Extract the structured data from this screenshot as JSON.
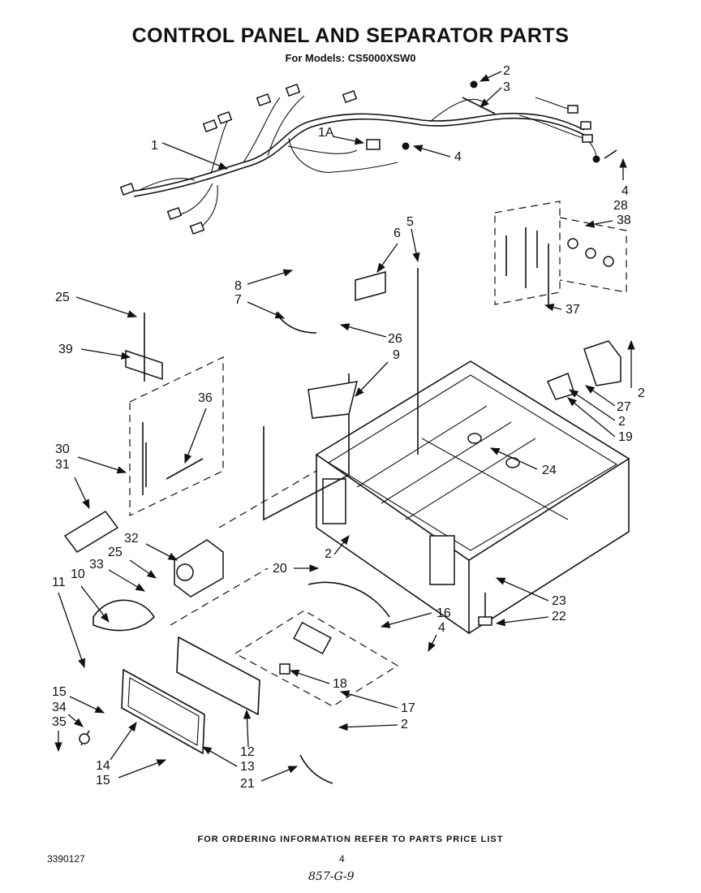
{
  "header": {
    "title": "CONTROL PANEL AND SEPARATOR PARTS",
    "subtitle": "For Models: CS5000XSW0"
  },
  "footer": {
    "note": "FOR ORDERING INFORMATION REFER TO PARTS PRICE LIST",
    "doc_number": "3390127",
    "page_number": "4",
    "handwritten": "857-G-9"
  },
  "callouts": [
    {
      "id": "c1",
      "label": "1"
    },
    {
      "id": "c1a",
      "label": "1A"
    },
    {
      "id": "c2a",
      "label": "2"
    },
    {
      "id": "c3",
      "label": "3"
    },
    {
      "id": "c4a",
      "label": "4"
    },
    {
      "id": "c4b",
      "label": "4"
    },
    {
      "id": "c28",
      "label": "28"
    },
    {
      "id": "c38",
      "label": "38"
    },
    {
      "id": "c5",
      "label": "5"
    },
    {
      "id": "c6",
      "label": "6"
    },
    {
      "id": "c8",
      "label": "8"
    },
    {
      "id": "c7",
      "label": "7"
    },
    {
      "id": "c25a",
      "label": "25"
    },
    {
      "id": "c26",
      "label": "26"
    },
    {
      "id": "c9",
      "label": "9"
    },
    {
      "id": "c39",
      "label": "39"
    },
    {
      "id": "c36",
      "label": "36"
    },
    {
      "id": "c37",
      "label": "37"
    },
    {
      "id": "c2b",
      "label": "2"
    },
    {
      "id": "c27",
      "label": "27"
    },
    {
      "id": "c2c",
      "label": "2"
    },
    {
      "id": "c19",
      "label": "19"
    },
    {
      "id": "c30",
      "label": "30"
    },
    {
      "id": "c31",
      "label": "31"
    },
    {
      "id": "c24",
      "label": "24"
    },
    {
      "id": "c32",
      "label": "32"
    },
    {
      "id": "c25b",
      "label": "25"
    },
    {
      "id": "c33",
      "label": "33"
    },
    {
      "id": "c10",
      "label": "10"
    },
    {
      "id": "c11",
      "label": "11"
    },
    {
      "id": "c2d",
      "label": "2"
    },
    {
      "id": "c20",
      "label": "20"
    },
    {
      "id": "c23",
      "label": "23"
    },
    {
      "id": "c22",
      "label": "22"
    },
    {
      "id": "c16",
      "label": "16"
    },
    {
      "id": "c4c",
      "label": "4"
    },
    {
      "id": "c18",
      "label": "18"
    },
    {
      "id": "c17",
      "label": "17"
    },
    {
      "id": "c2e",
      "label": "2"
    },
    {
      "id": "c15a",
      "label": "15"
    },
    {
      "id": "c34",
      "label": "34"
    },
    {
      "id": "c35",
      "label": "35"
    },
    {
      "id": "c12",
      "label": "12"
    },
    {
      "id": "c13",
      "label": "13"
    },
    {
      "id": "c14",
      "label": "14"
    },
    {
      "id": "c15b",
      "label": "15"
    },
    {
      "id": "c21",
      "label": "21"
    }
  ]
}
